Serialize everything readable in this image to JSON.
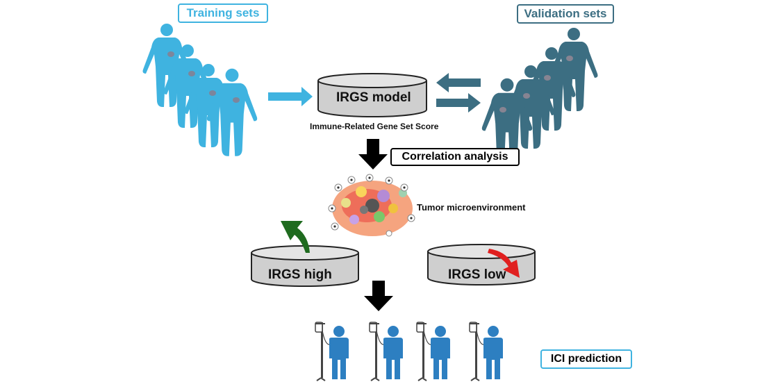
{
  "labels": {
    "training_sets": "Training sets",
    "validation_sets": "Validation sets",
    "irgs_model": "IRGS model",
    "irgs_full_name": "Immune-Related Gene Set Score",
    "correlation_analysis": "Correlation analysis",
    "tumor_microenvironment": "Tumor microenvironment",
    "irgs_high": "IRGS high",
    "irgs_low": "IRGS low",
    "ici_prediction": "ICI prediction"
  },
  "colors": {
    "training": "#3fb3e0",
    "validation": "#3c6e82",
    "cylinder": "#cfcfcf",
    "up_arrow": "#1f6b1f",
    "down_arrow": "#e02020",
    "patient": "#2d7fc1"
  },
  "icons": {
    "training_group": "human-silhouettes-icon",
    "validation_group": "human-silhouettes-icon",
    "tme": "tumor-microenvironment-illustration",
    "patients": "patient-iv-drip-icon"
  }
}
